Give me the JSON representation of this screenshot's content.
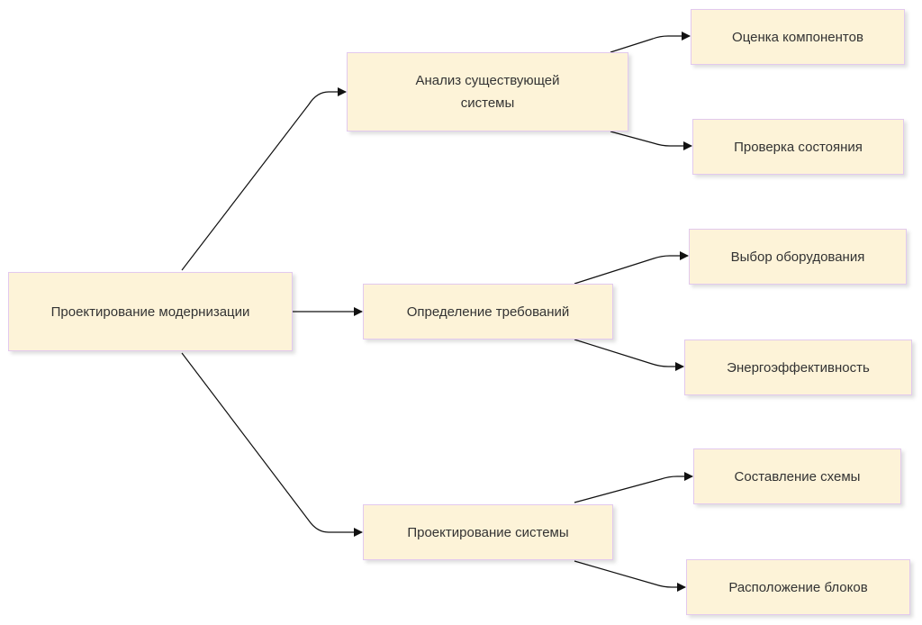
{
  "diagram": {
    "root": {
      "label": "Проектирование модернизации"
    },
    "branches": [
      {
        "label": "Анализ существующей системы",
        "children": [
          "Оценка компонентов",
          "Проверка состояния"
        ]
      },
      {
        "label": "Определение требований",
        "children": [
          "Выбор оборудования",
          "Энергоэффективность"
        ]
      },
      {
        "label": "Проектирование системы",
        "children": [
          "Составление схемы",
          "Расположение блоков"
        ]
      }
    ]
  }
}
